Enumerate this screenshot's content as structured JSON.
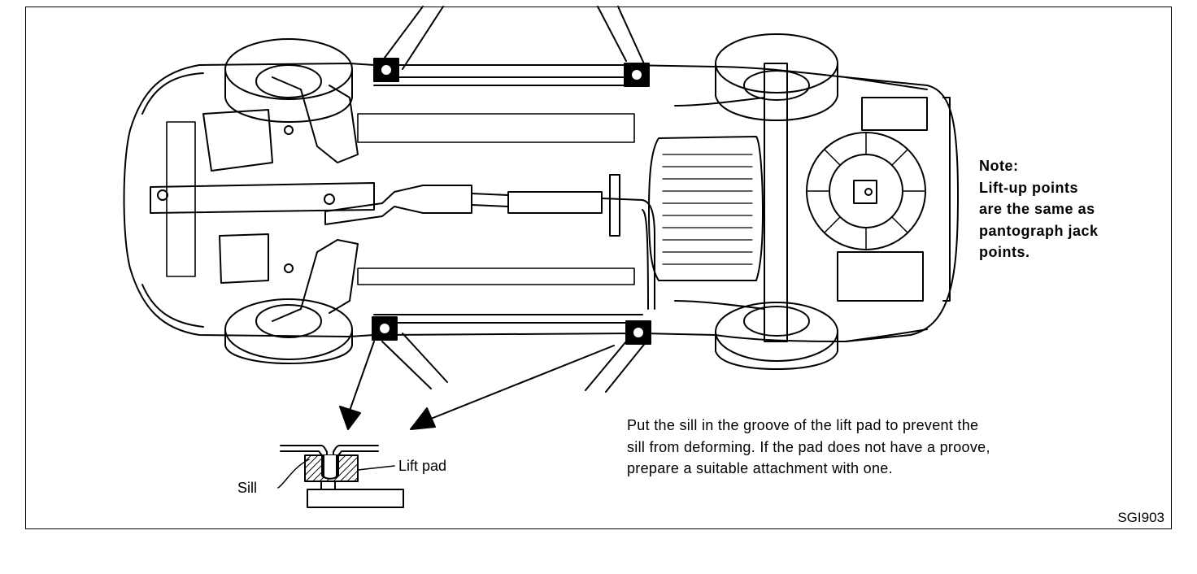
{
  "note": {
    "heading": "Note:",
    "lines": [
      "Lift-up points",
      "are the same as",
      "pantograph jack",
      "points."
    ]
  },
  "instruction": {
    "lines": [
      "Put the sill in the groove of the lift pad to prevent the",
      "sill from deforming. If the pad does not have a proove,",
      "prepare a suitable attachment with one."
    ]
  },
  "detail": {
    "sill_label": "Sill",
    "pad_label": "Lift pad"
  },
  "figure_code": "SGI903",
  "colors": {
    "ink": "#000000",
    "paper": "#ffffff",
    "hatch": "#000000"
  }
}
